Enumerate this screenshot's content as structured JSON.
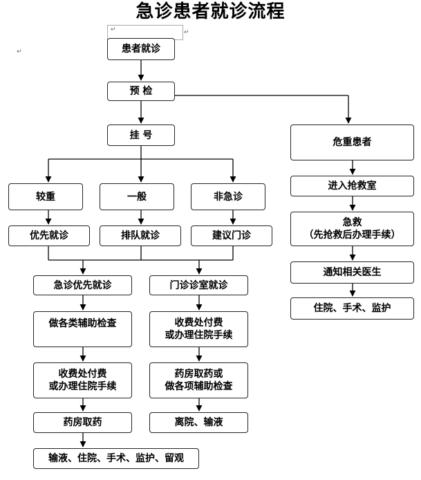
{
  "title": "急诊患者就诊流程",
  "paragraph_mark": "↵",
  "nodes": {
    "patient": "患者就诊",
    "triage": "预  检",
    "register": "挂  号",
    "critical": "危重患者",
    "severe": "较重",
    "general": "一般",
    "non_urgent": "非急诊",
    "priority": "优先就诊",
    "queue": "排队就诊",
    "suggest_clinic": "建议门诊",
    "er_priority": "急诊优先就诊",
    "clinic_room": "门诊诊室就诊",
    "aux_check": "做各类辅助检查",
    "pay_right": "收费处付费\n或办理住院手续",
    "pay_left": "收费处付费\n或办理住院手续",
    "pharmacy_right": "药房取药或\n做各项辅助检查",
    "pharmacy_left": "药房取药",
    "leave": "离院、输液",
    "final_left": "输液、住院、手术、监护、留观",
    "rescue_room": "进入抢救室",
    "rescue": "急救\n（先抢救后办理手续）",
    "notify": "通知相关医生",
    "final_right": "住院、手术、监护"
  }
}
